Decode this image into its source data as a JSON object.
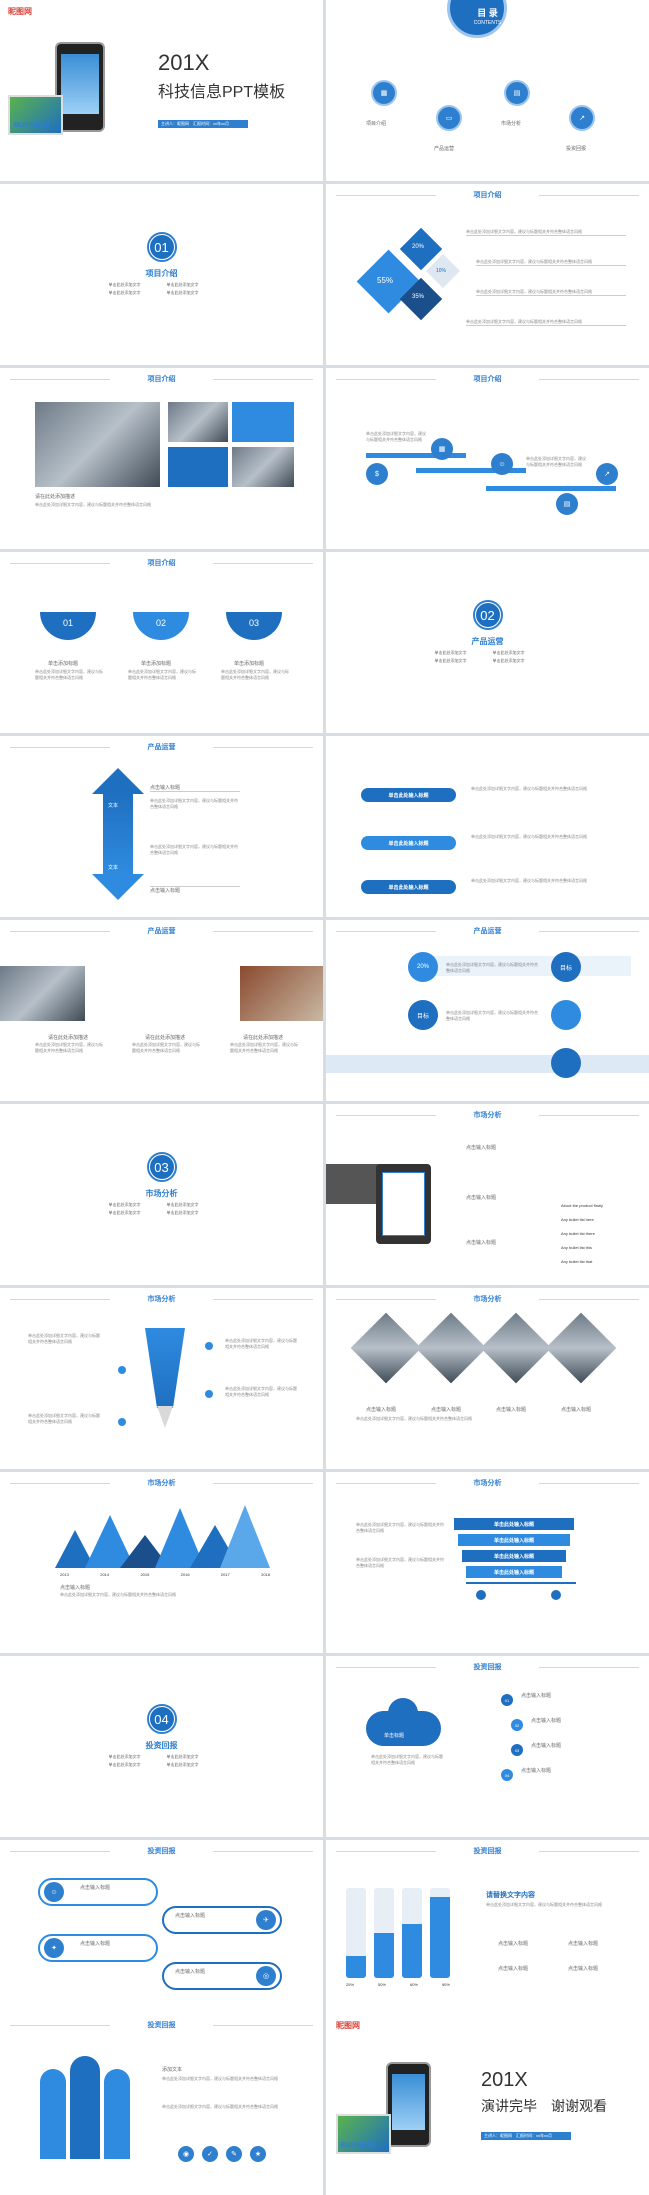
{
  "cover": {
    "brand": "昵图网",
    "year": "201X",
    "title": "科技信息PPT模板",
    "subtitle": "主讲人：昵图网　汇报时间：xx年xx月",
    "badge": "BUSINESS"
  },
  "contents": {
    "title": "目 录",
    "subtitle": "CONTENTS",
    "items": [
      "项目介绍",
      "产品运营",
      "市场分析",
      "投资回报"
    ]
  },
  "common": {
    "sec1": "项目介绍",
    "sec2": "产品运营",
    "sec3": "市场分析",
    "sec4": "投资回报",
    "bullet": "单击此处添加文字",
    "click_title": "单击添加标题",
    "input_title": "单击此处输入标题",
    "add_title": "点击输入标题",
    "more_text": "单击此处添加详细文字内容，建议与标题相关并符合整体语言风格",
    "text_desc": "请在此处添加描述"
  },
  "s3": {
    "percents": [
      "20%",
      "55%",
      "10%",
      "35%"
    ]
  },
  "s11": {
    "arrow_top": "文本",
    "arrow_bottom": "文本"
  },
  "s14": {
    "labels": [
      "20%",
      "目标",
      "目标"
    ]
  },
  "s16": {
    "items": [
      "About the product firstly",
      "Any bullet list here",
      "Any bullet list there",
      "Any bullet list this",
      "Any bullet list that"
    ]
  },
  "s19": {
    "years": [
      "2013",
      "2014",
      "2015",
      "2016",
      "2017",
      "2018"
    ]
  },
  "s22": {
    "cloud": "单击标题",
    "nums": [
      "01",
      "02",
      "03",
      "04"
    ]
  },
  "s24": {
    "heading": "请替换文字内容",
    "bars": [
      "25%",
      "50%",
      "60%",
      "90%"
    ]
  },
  "s25": {
    "label": "添加文本"
  },
  "ending": {
    "brand": "昵图网",
    "year": "201X",
    "line": "演讲完毕　谢谢观看",
    "subtitle": "主讲人：昵图网　汇报时间：xx年xx月",
    "badge": "BUSINESS"
  }
}
